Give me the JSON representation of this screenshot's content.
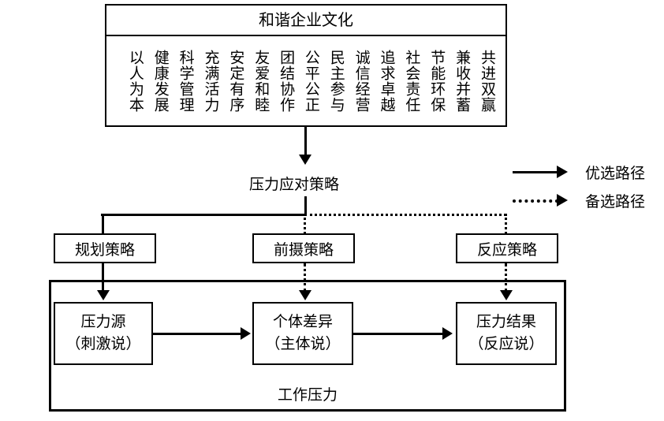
{
  "culture_panel": {
    "title": "和谐企业文化",
    "columns": [
      "以人为本",
      "健康发展",
      "科学管理",
      "充满活力",
      "安定有序",
      "友爱和睦",
      "团结协作",
      "公平公正",
      "民主参与",
      "诚信经营",
      "追求卓越",
      "社会责任",
      "节能环保",
      "兼收并蓄",
      "共进双赢"
    ]
  },
  "middle": {
    "coping_strategy_label": "压力应对策略"
  },
  "strategies": [
    {
      "label": "规划策略"
    },
    {
      "label": "前摄策略"
    },
    {
      "label": "反应策略"
    }
  ],
  "work_stress": {
    "container_label": "工作压力",
    "boxes": [
      {
        "line1": "压力源",
        "line2": "（刺激说）"
      },
      {
        "line1": "个体差异",
        "line2": "（主体说）"
      },
      {
        "line1": "压力结果",
        "line2": "（反应说）"
      }
    ]
  },
  "legend": {
    "items": [
      {
        "style": "solid",
        "label": "优选路径"
      },
      {
        "style": "dotted",
        "label": "备选路径"
      }
    ]
  },
  "colors": {
    "stroke": "#000000",
    "background": "#ffffff"
  }
}
